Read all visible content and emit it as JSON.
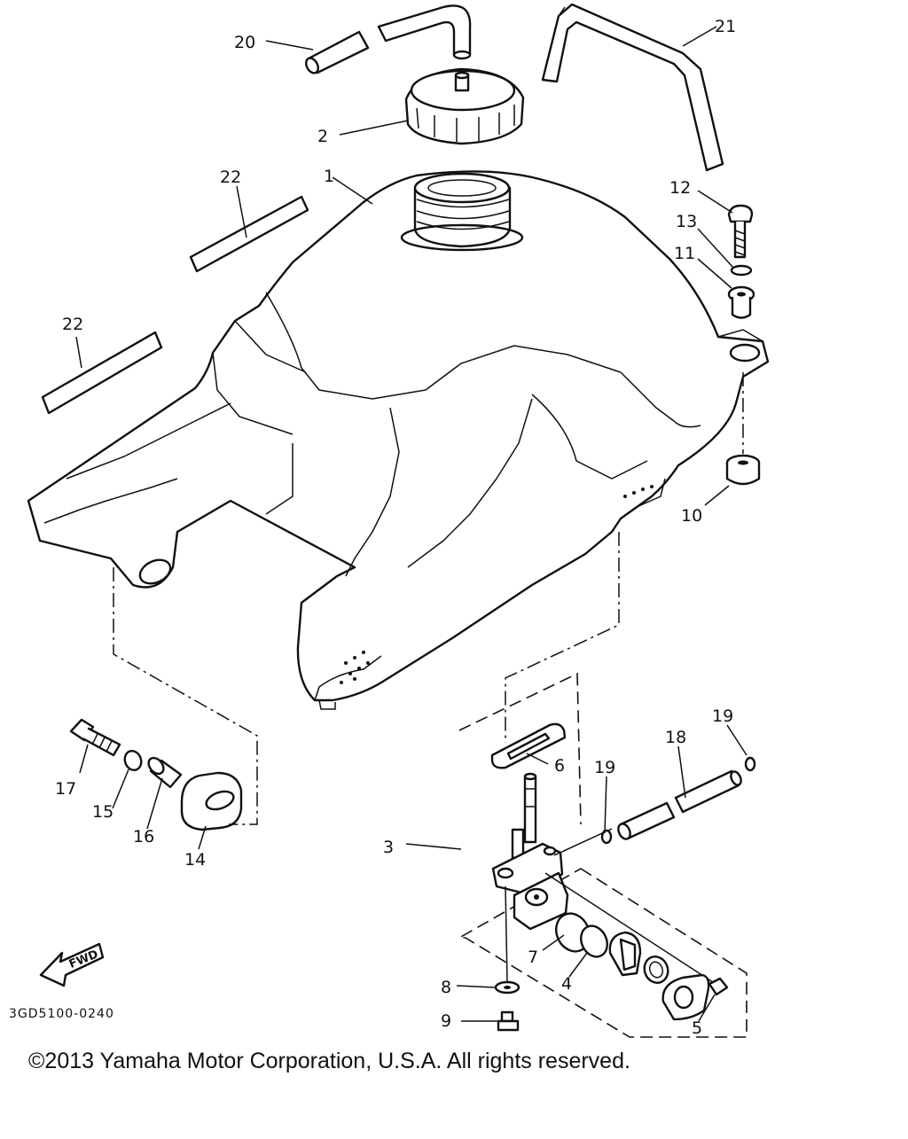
{
  "diagram": {
    "part_number_code": "3GD5100-0240",
    "fwd_label": "FWD",
    "callouts": [
      {
        "id": "c1",
        "label": "1"
      },
      {
        "id": "c2",
        "label": "2"
      },
      {
        "id": "c3",
        "label": "3"
      },
      {
        "id": "c4",
        "label": "4"
      },
      {
        "id": "c5",
        "label": "5"
      },
      {
        "id": "c6",
        "label": "6"
      },
      {
        "id": "c7",
        "label": "7"
      },
      {
        "id": "c8",
        "label": "8"
      },
      {
        "id": "c9",
        "label": "9"
      },
      {
        "id": "c10",
        "label": "10"
      },
      {
        "id": "c11",
        "label": "11"
      },
      {
        "id": "c12",
        "label": "12"
      },
      {
        "id": "c13",
        "label": "13"
      },
      {
        "id": "c14",
        "label": "14"
      },
      {
        "id": "c15",
        "label": "15"
      },
      {
        "id": "c16",
        "label": "16"
      },
      {
        "id": "c17",
        "label": "17"
      },
      {
        "id": "c18",
        "label": "18"
      },
      {
        "id": "c19a",
        "label": "19"
      },
      {
        "id": "c19b",
        "label": "19"
      },
      {
        "id": "c20",
        "label": "20"
      },
      {
        "id": "c21",
        "label": "21"
      },
      {
        "id": "c22a",
        "label": "22"
      },
      {
        "id": "c22b",
        "label": "22"
      }
    ]
  },
  "footer": {
    "copyright": "©2013 Yamaha Motor Corporation, U.S.A. All rights reserved."
  }
}
